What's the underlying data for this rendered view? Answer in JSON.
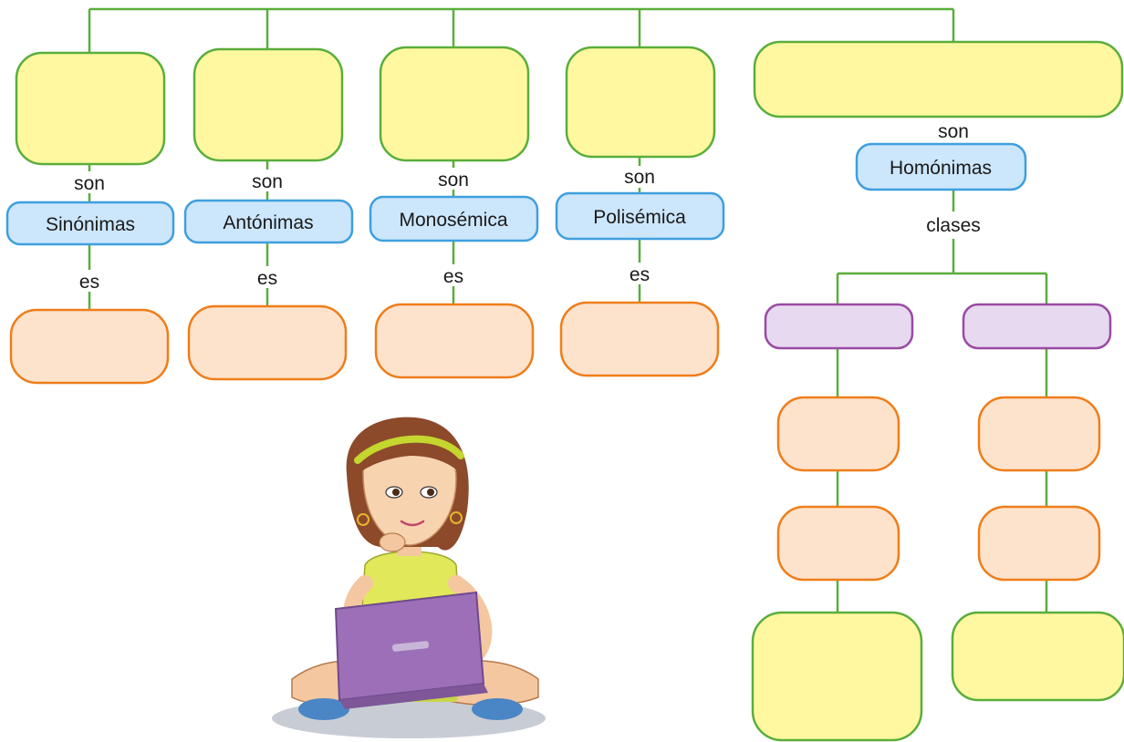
{
  "connectors": {
    "son": "son",
    "es": "es",
    "clases": "clases"
  },
  "categories": [
    {
      "label": "Sinónimas"
    },
    {
      "label": "Antónimas"
    },
    {
      "label": "Monosémica"
    },
    {
      "label": "Polisémica"
    },
    {
      "label": "Homónimas"
    }
  ],
  "illustration": {
    "icon": "girl-with-laptop-illustration"
  },
  "colors": {
    "line": "#5aae3c",
    "yellow_fill": "#fff8a0",
    "orange_fill": "#fde3cc",
    "orange_stroke": "#ef7d1a",
    "purple_fill": "#e7d9ef",
    "purple_stroke": "#9a4aa4",
    "blue_fill": "#cce6fb",
    "blue_stroke": "#3f9fde"
  }
}
